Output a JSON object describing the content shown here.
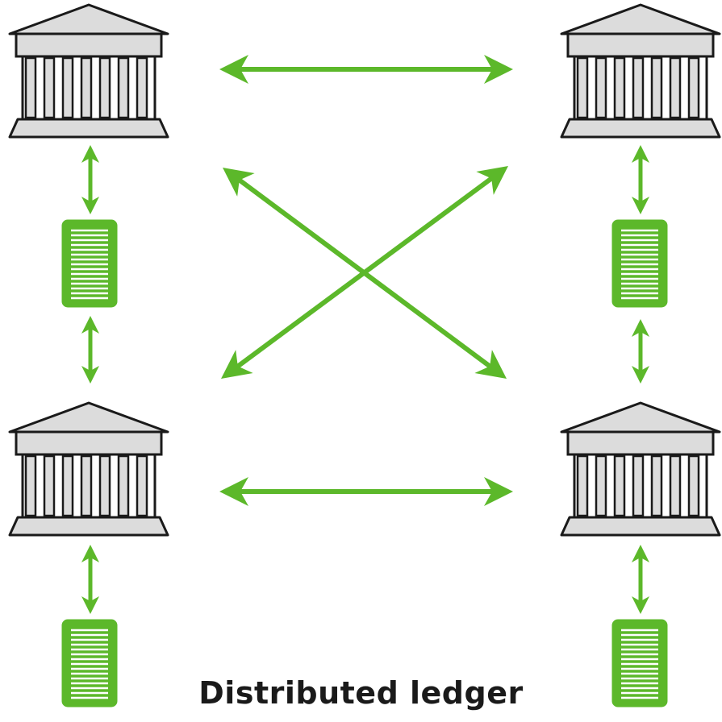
{
  "caption": "Distributed ledger",
  "colors": {
    "arrow": "#5cb82a",
    "ledger_fill": "#5cb82a",
    "building_fill": "#dcdcdc",
    "building_stroke": "#1a1a1a"
  },
  "nodes": [
    {
      "id": "bank-top-left",
      "icon": "bank-icon"
    },
    {
      "id": "bank-top-right",
      "icon": "bank-icon"
    },
    {
      "id": "bank-bottom-left",
      "icon": "bank-icon"
    },
    {
      "id": "bank-bottom-right",
      "icon": "bank-icon"
    }
  ],
  "ledgers": [
    {
      "id": "ledger-top-left",
      "icon": "ledger-icon"
    },
    {
      "id": "ledger-top-right",
      "icon": "ledger-icon"
    },
    {
      "id": "ledger-bottom-left",
      "icon": "ledger-icon"
    },
    {
      "id": "ledger-bottom-right",
      "icon": "ledger-icon"
    }
  ],
  "connections": [
    {
      "from": "bank-top-left",
      "to": "bank-top-right",
      "type": "bidirectional"
    },
    {
      "from": "bank-bottom-left",
      "to": "bank-bottom-right",
      "type": "bidirectional"
    },
    {
      "from": "bank-top-left",
      "to": "bank-bottom-right",
      "type": "bidirectional"
    },
    {
      "from": "bank-top-right",
      "to": "bank-bottom-left",
      "type": "bidirectional"
    },
    {
      "from": "bank-top-left",
      "to": "ledger-top-left",
      "type": "bidirectional"
    },
    {
      "from": "ledger-top-left",
      "to": "bank-bottom-left",
      "type": "bidirectional"
    },
    {
      "from": "bank-bottom-left",
      "to": "ledger-bottom-left",
      "type": "bidirectional"
    },
    {
      "from": "bank-top-right",
      "to": "ledger-top-right",
      "type": "bidirectional"
    },
    {
      "from": "ledger-top-right",
      "to": "bank-bottom-right",
      "type": "bidirectional"
    },
    {
      "from": "bank-bottom-right",
      "to": "ledger-bottom-right",
      "type": "bidirectional"
    }
  ]
}
